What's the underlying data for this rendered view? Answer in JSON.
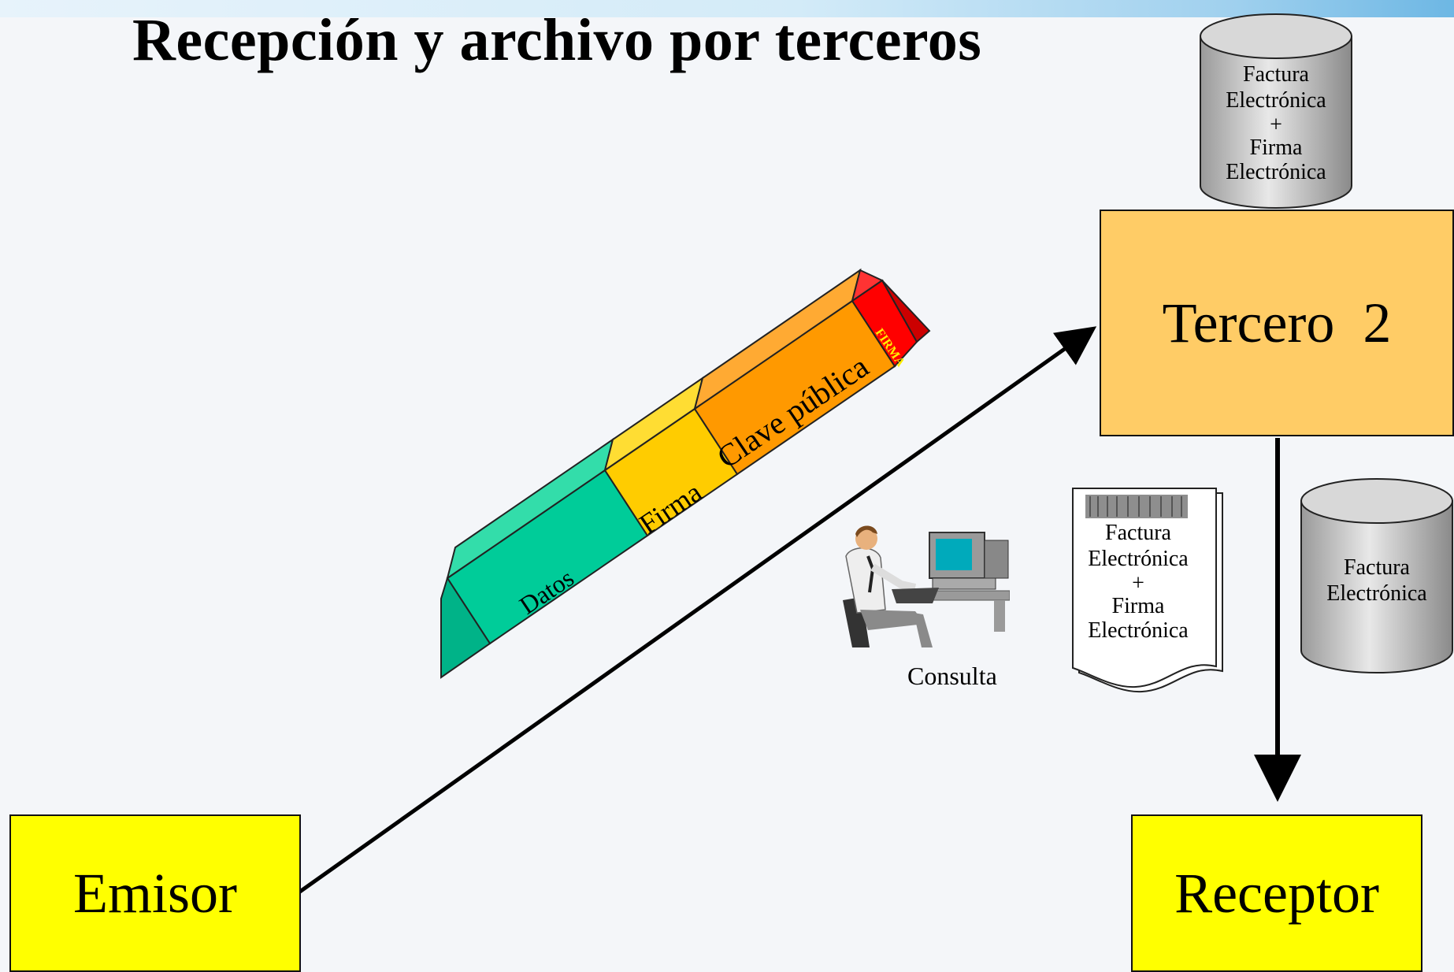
{
  "title": "Recepción y archivo por terceros",
  "boxes": {
    "emisor": "Emisor",
    "receptor": "Receptor",
    "tercero": "Tercero  2"
  },
  "cylinder_top": {
    "line1": "Factura",
    "line2": "Electrónica",
    "line3": "+",
    "line4": "Firma",
    "line5": "Electrónica"
  },
  "cylinder_right": {
    "line1": "Factura",
    "line2": "Electrónica"
  },
  "document": {
    "line1": "Factura",
    "line2": "Electrónica",
    "line3": "+",
    "line4": "Firma",
    "line5": "Electrónica"
  },
  "segments": {
    "datos": "Datos",
    "firma": "Firma",
    "clave": "Clave pública",
    "sello": "FIRMA"
  },
  "consulta_label": "Consulta",
  "colors": {
    "emisor": "#ffff00",
    "receptor": "#ffff00",
    "tercero": "#ffcc66",
    "datos": "#00cc99",
    "firma": "#ffcc00",
    "clave": "#ff9900",
    "sello": "#ff0000"
  },
  "icons": {
    "person": "person-at-computer-icon",
    "document": "document-icon",
    "database": "database-cylinder-icon"
  }
}
